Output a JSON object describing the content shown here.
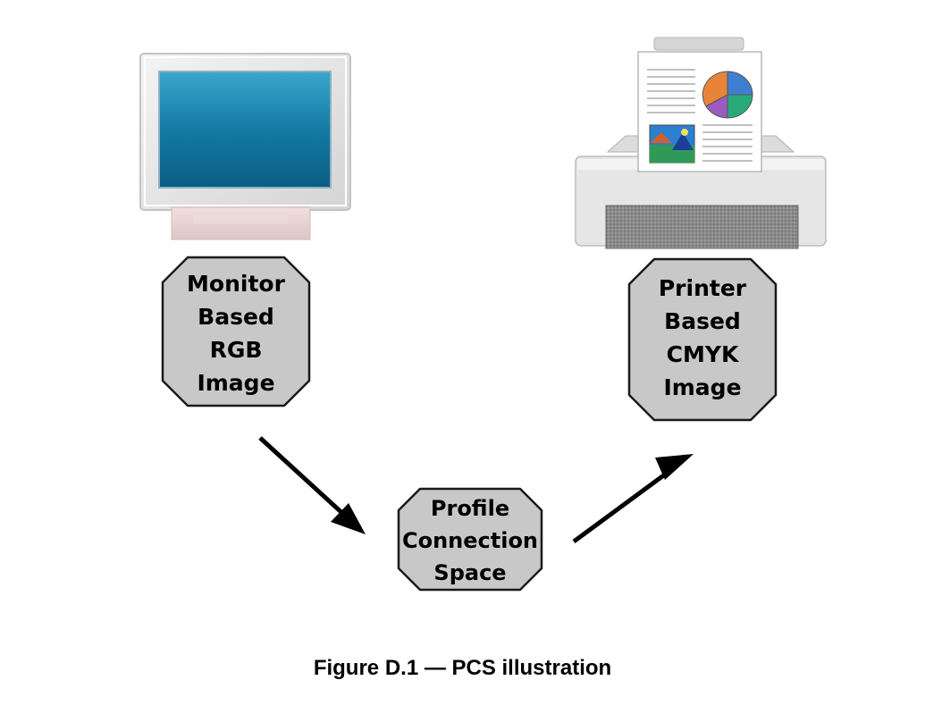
{
  "nodes": {
    "monitor": {
      "lines": [
        "Monitor",
        "Based",
        "RGB",
        "Image"
      ],
      "icon": "monitor-icon"
    },
    "printer": {
      "lines": [
        "Printer",
        "Based",
        "CMYK",
        "Image"
      ],
      "icon": "printer-icon"
    },
    "pcs": {
      "lines": [
        "Profile",
        "Connection",
        "Space"
      ]
    }
  },
  "caption": "Figure D.1 — PCS illustration",
  "colors": {
    "box_fill": "#c8c8c8",
    "box_stroke": "#1a1a1a",
    "screen": "#1a7fa6",
    "pie_orange": "#e8843a",
    "pie_blue": "#3f7fd0",
    "pie_purple": "#9a5cc4",
    "pie_green": "#2aaa7a"
  }
}
